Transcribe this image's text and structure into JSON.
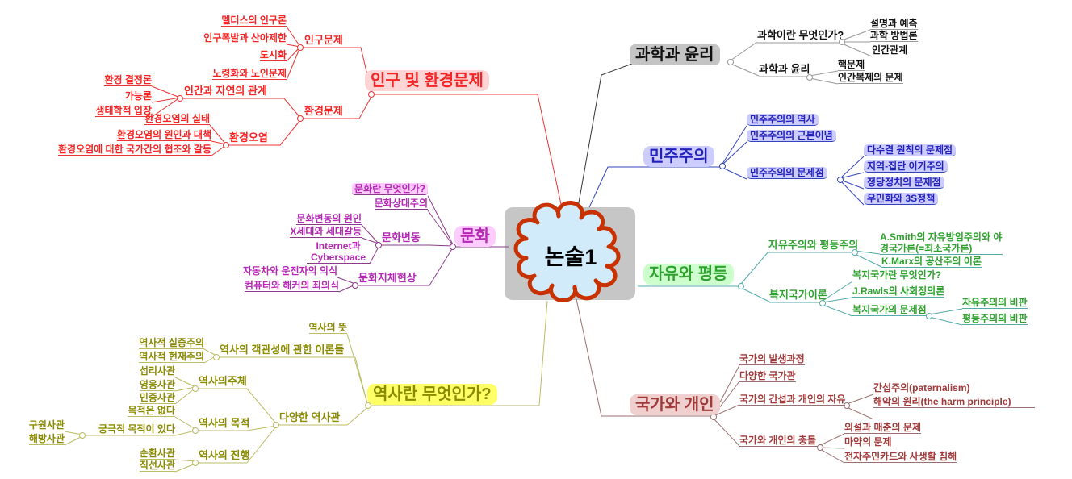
{
  "center": {
    "label": "논술1"
  },
  "colors": {
    "population": "#F52525",
    "population_bg": "#FFD4D4",
    "science_text": "#111111",
    "science_line": "#999999",
    "science_bg": "#C4C4C4",
    "democracy": "#2222BB",
    "democracy_bg": "#CCCCFF",
    "freedom_text": "#2FA12F",
    "freedom_line": "#55AAAA",
    "freedom_bg": "#CCFFCC",
    "state": "#A03A3A",
    "state_line": "#9A7070",
    "state_bg": "#F0CFCF",
    "culture": "#B428B4",
    "culture_line": "#8A3A8A",
    "culture_bg": "#FFCCFF",
    "history": "#8A8A00",
    "history_line": "#BCBC66",
    "history_bg": "#FFFF66",
    "cloud_fill": "#D2EBFA",
    "cloud_border": "#C83200",
    "center_bg": "#C6C6C6"
  },
  "branches": {
    "population": {
      "title": "인구 및 환경문제",
      "items": [
        "인구문제",
        "멜더스의 인구론",
        "인구폭발과 산아제한",
        "도시화",
        "노령화와 노인문제",
        "환경문제",
        "인간과 자연의 관계",
        "환경 결정론",
        "가능론",
        "생태학적 입장",
        "환경오염",
        "환경오염의 실태",
        "환경오염의 원인과 대책",
        "환경오염에 대한 국가간의 협조와 갈등"
      ]
    },
    "science": {
      "title": "과학과 윤리",
      "items": [
        "과학이란 무엇인가?",
        "설명과 예측",
        "과학 방법론",
        "인간관계",
        "과학과 윤리",
        "핵문제",
        "인간복제의 문제"
      ]
    },
    "democracy": {
      "title": "민주주의",
      "items": [
        "민주주의의 역사",
        "민주주의의 근본이념",
        "민주주의의 문제점",
        "다수결 원칙의 문제점",
        "지역-집단 이기주의",
        "정당정치의 문제점",
        "우민화와 3S정책"
      ]
    },
    "freedom": {
      "title": "자유와 평등",
      "items": [
        "자유주의와 평등주의",
        "A.Smith의 자유방임주의와 야경국가론(=최소국가론)",
        "K.Marx의 공산주의 이론",
        "복지국가이론",
        "복지국가란 무엇인가?",
        "J.Rawls의 사회정의론",
        "복지국가의 문제점",
        "자유주의의 비판",
        "평등주의의 비판"
      ]
    },
    "state": {
      "title": "국가와 개인",
      "items": [
        "국가의 발생과정",
        "다양한 국가관",
        "국가의 간섭과 개인의 자유",
        "간섭주의(paternalism)",
        "해악의 원리(the harm principle)",
        "국가와 개인의 충돌",
        "외설과 매춘의 문제",
        "마약의 문제",
        "전자주민카드와 사생활 침해"
      ]
    },
    "culture": {
      "title": "문화",
      "items": [
        "문화란 무엇인가?",
        "문화상대주의",
        "문화변동",
        "문화변동의 원인",
        "X세대와 세대갈등",
        "Internet과 Cyberspace",
        "문화지체현상",
        "자동차와 운전자의 의식",
        "컴퓨터와 해커의 죄의식"
      ]
    },
    "history": {
      "title": "역사란 무엇인가?",
      "items": [
        "역사의 뜻",
        "역사의 객관성에 관한 이론들",
        "역사적 실증주의",
        "역사적 현재주의",
        "다양한 역사관",
        "역사의주체",
        "섭리사관",
        "영웅사관",
        "민중사관",
        "역사의 목적",
        "목적은 없다",
        "궁극적 목적이 있다",
        "구원사관",
        "해방사관",
        "역사의 진행",
        "순환사관",
        "직선사관"
      ]
    }
  }
}
